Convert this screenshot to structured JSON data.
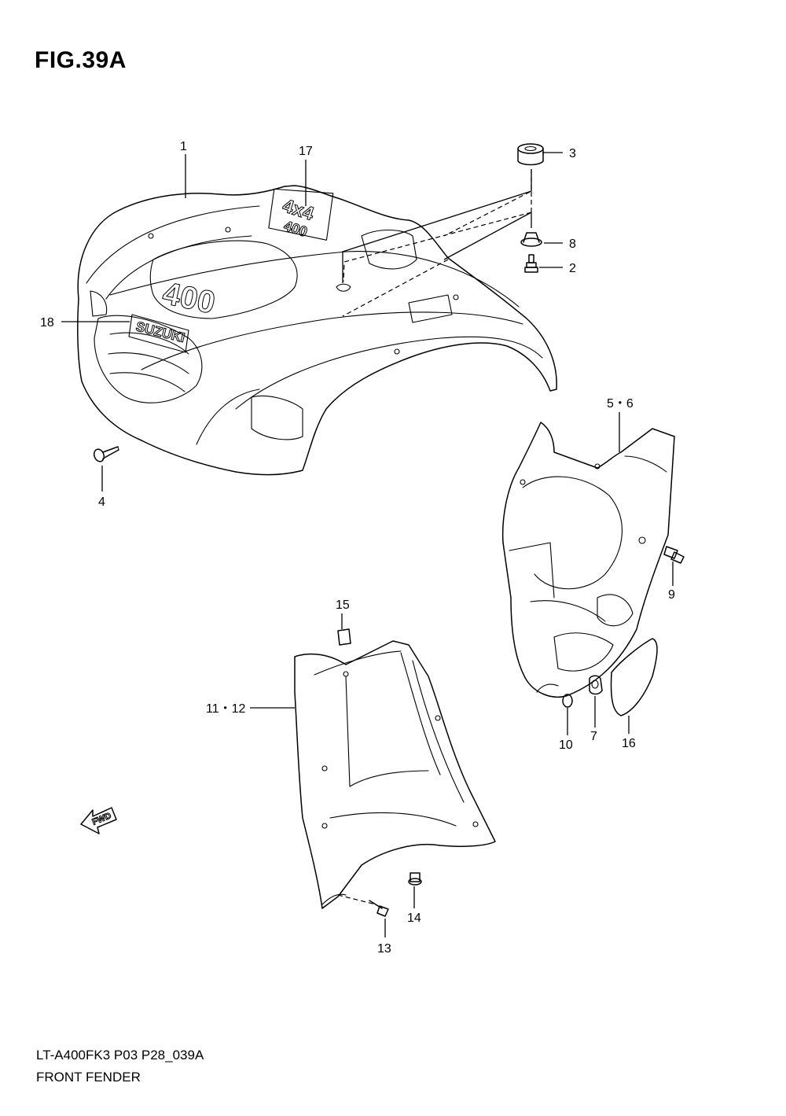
{
  "figure": {
    "title": "FIG.39A",
    "model_code": "LT-A400FK3 P03 P28_039A",
    "section_name": "FRONT FENDER"
  },
  "callouts": {
    "c1": "1",
    "c2": "2",
    "c3": "3",
    "c4": "4",
    "c56": "5・6",
    "c7": "7",
    "c8": "8",
    "c9": "9",
    "c10": "10",
    "c1112": "11・12",
    "c13": "13",
    "c14": "14",
    "c15": "15",
    "c16": "16",
    "c17": "17",
    "c18": "18"
  },
  "decals": {
    "brand": "SUZUKI",
    "model_4x4": "4x4",
    "model_400": "400",
    "emblem_400": "400",
    "fwd": "FWD"
  }
}
